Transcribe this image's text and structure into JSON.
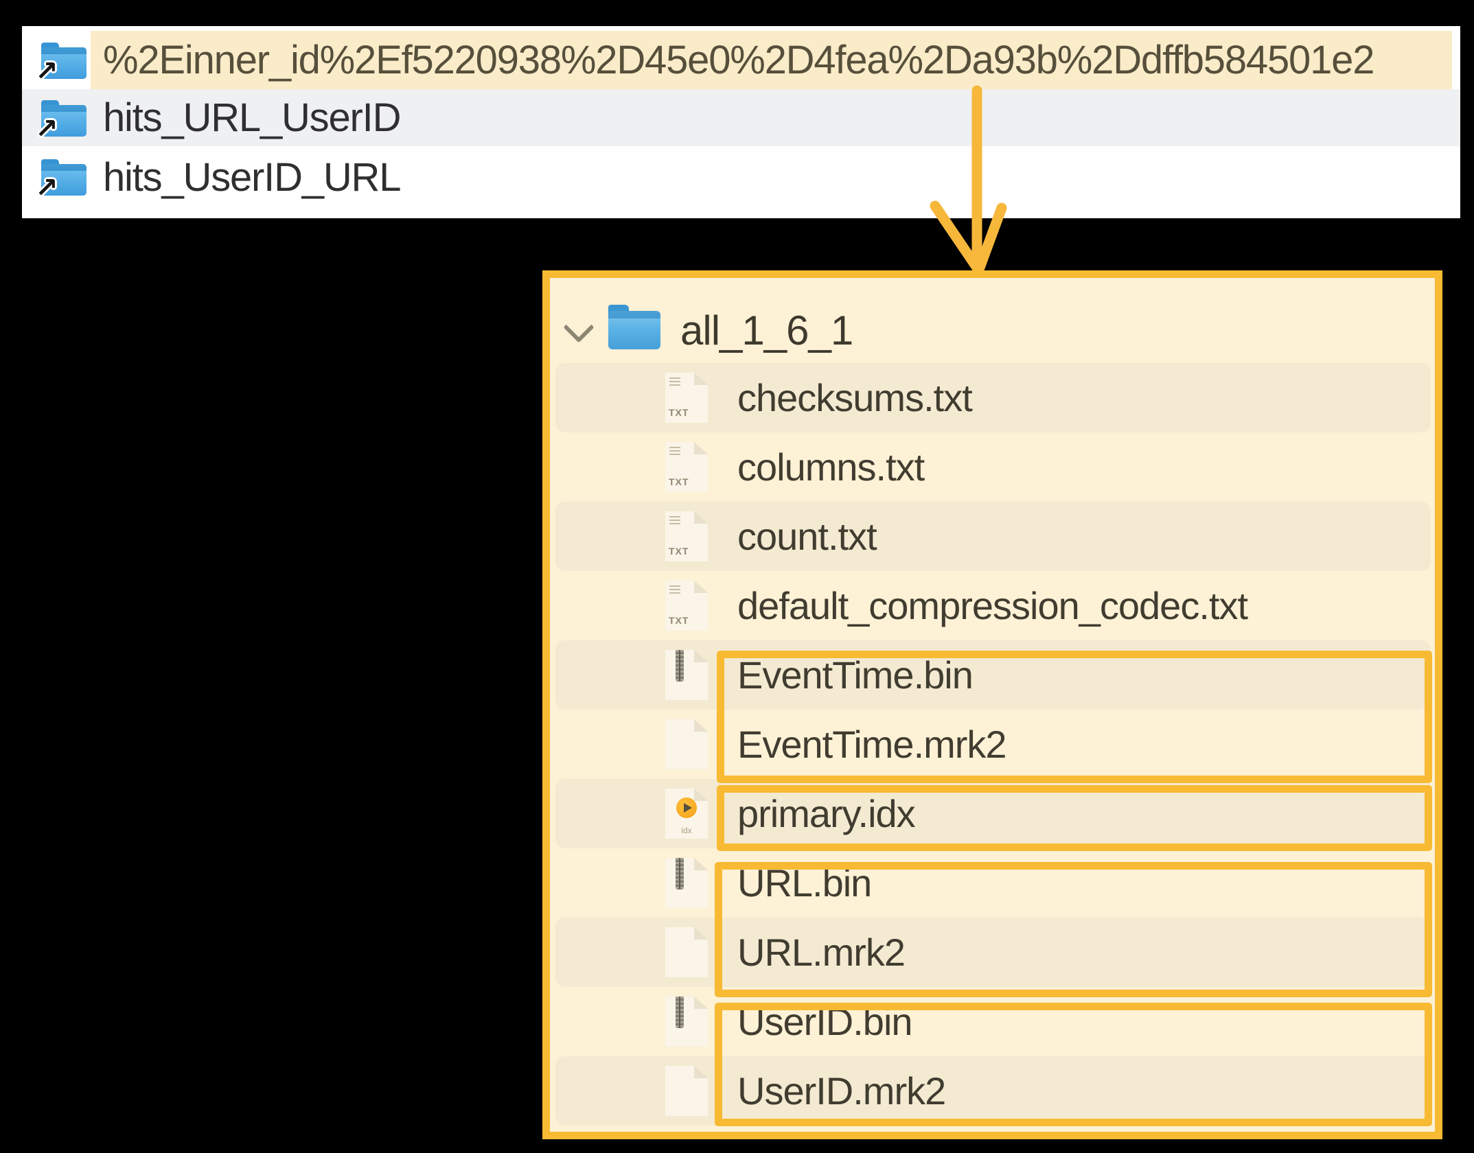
{
  "colors": {
    "accent_orange": "#f8ba33",
    "selection_cream": "#faecc9",
    "panel_cream": "#fdf1d6",
    "stripe_cream": "#f3ead1",
    "alt_row_gray": "#eef0f1",
    "folder_blue": "#55aee6"
  },
  "icons": {
    "txt_badge": "TXT",
    "idx_badge": "idx",
    "alias_arrow": "↗"
  },
  "top_panel": {
    "rows": [
      {
        "label": "%2Einner_id%2Ef5220938%2D45e0%2D4fea%2Da93b%2Ddffb584501e2",
        "icon": "alias-folder",
        "highlighted": true
      },
      {
        "label": "hits_URL_UserID",
        "icon": "alias-folder",
        "highlighted": false
      },
      {
        "label": "hits_UserID_URL",
        "icon": "alias-folder",
        "highlighted": false
      }
    ]
  },
  "tree_panel": {
    "root": {
      "label": "all_1_6_1",
      "icon": "folder",
      "expanded": true
    },
    "files": [
      {
        "name": "checksums.txt",
        "type": "txt",
        "striped": true
      },
      {
        "name": "columns.txt",
        "type": "txt",
        "striped": false
      },
      {
        "name": "count.txt",
        "type": "txt",
        "striped": true
      },
      {
        "name": "default_compression_codec.txt",
        "type": "txt",
        "striped": false
      },
      {
        "name": "EventTime.bin",
        "type": "bin",
        "striped": true
      },
      {
        "name": "EventTime.mrk2",
        "type": "mrk2",
        "striped": false
      },
      {
        "name": "primary.idx",
        "type": "idx",
        "striped": true
      },
      {
        "name": "URL.bin",
        "type": "bin",
        "striped": false
      },
      {
        "name": "URL.mrk2",
        "type": "mrk2",
        "striped": true
      },
      {
        "name": "UserID.bin",
        "type": "bin",
        "striped": false
      },
      {
        "name": "UserID.mrk2",
        "type": "mrk2",
        "striped": true
      }
    ],
    "highlight_groups": [
      [
        "EventTime.bin",
        "EventTime.mrk2"
      ],
      [
        "primary.idx"
      ],
      [
        "URL.bin",
        "URL.mrk2"
      ],
      [
        "UserID.bin",
        "UserID.mrk2"
      ]
    ]
  }
}
